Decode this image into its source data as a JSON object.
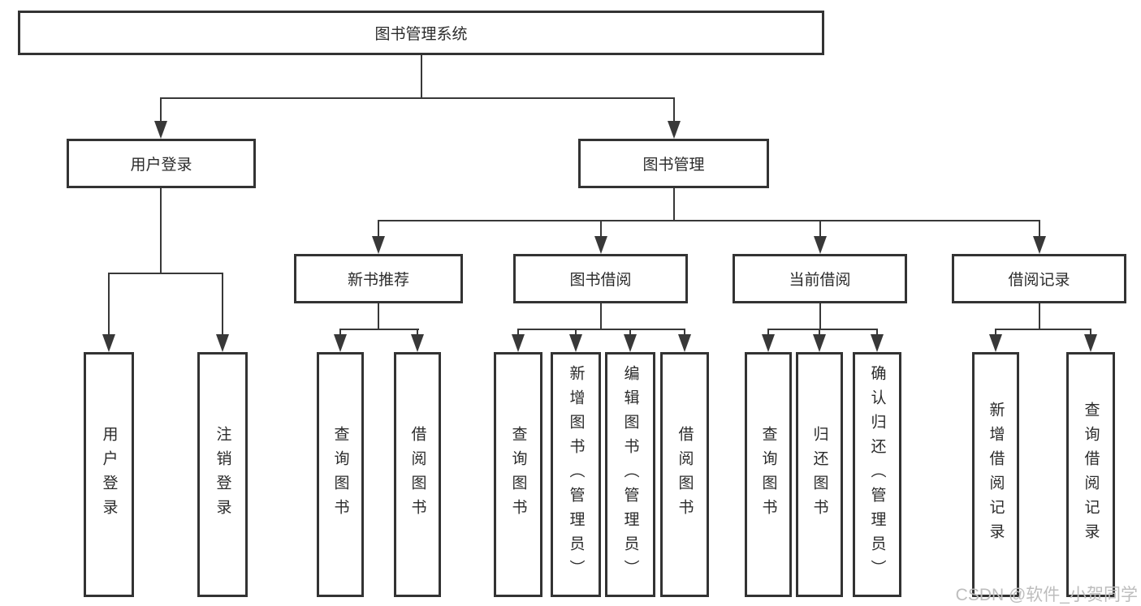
{
  "tree": {
    "root": "图书管理系统",
    "children": [
      {
        "label": "用户登录",
        "children": [
          "用户登录",
          "注销登录"
        ]
      },
      {
        "label": "图书管理",
        "children": [
          {
            "label": "新书推荐",
            "children": [
              "查询图书",
              "借阅图书"
            ]
          },
          {
            "label": "图书借阅",
            "children": [
              "查询图书",
              "新增图书（管理员）",
              "编辑图书（管理员）",
              "借阅图书"
            ]
          },
          {
            "label": "当前借阅",
            "children": [
              "查询图书",
              "归还图书",
              "确认归还（管理员）"
            ]
          },
          {
            "label": "借阅记录",
            "children": [
              "新增借阅记录",
              "查询借阅记录"
            ]
          }
        ]
      }
    ]
  },
  "watermark": {
    "text": "CSDN @软件_小贺同学",
    "color": "#bdbdbd"
  },
  "colors": {
    "line": "#383838",
    "border": "#333333",
    "text": "#2b2b2b",
    "background": "#ffffff"
  }
}
